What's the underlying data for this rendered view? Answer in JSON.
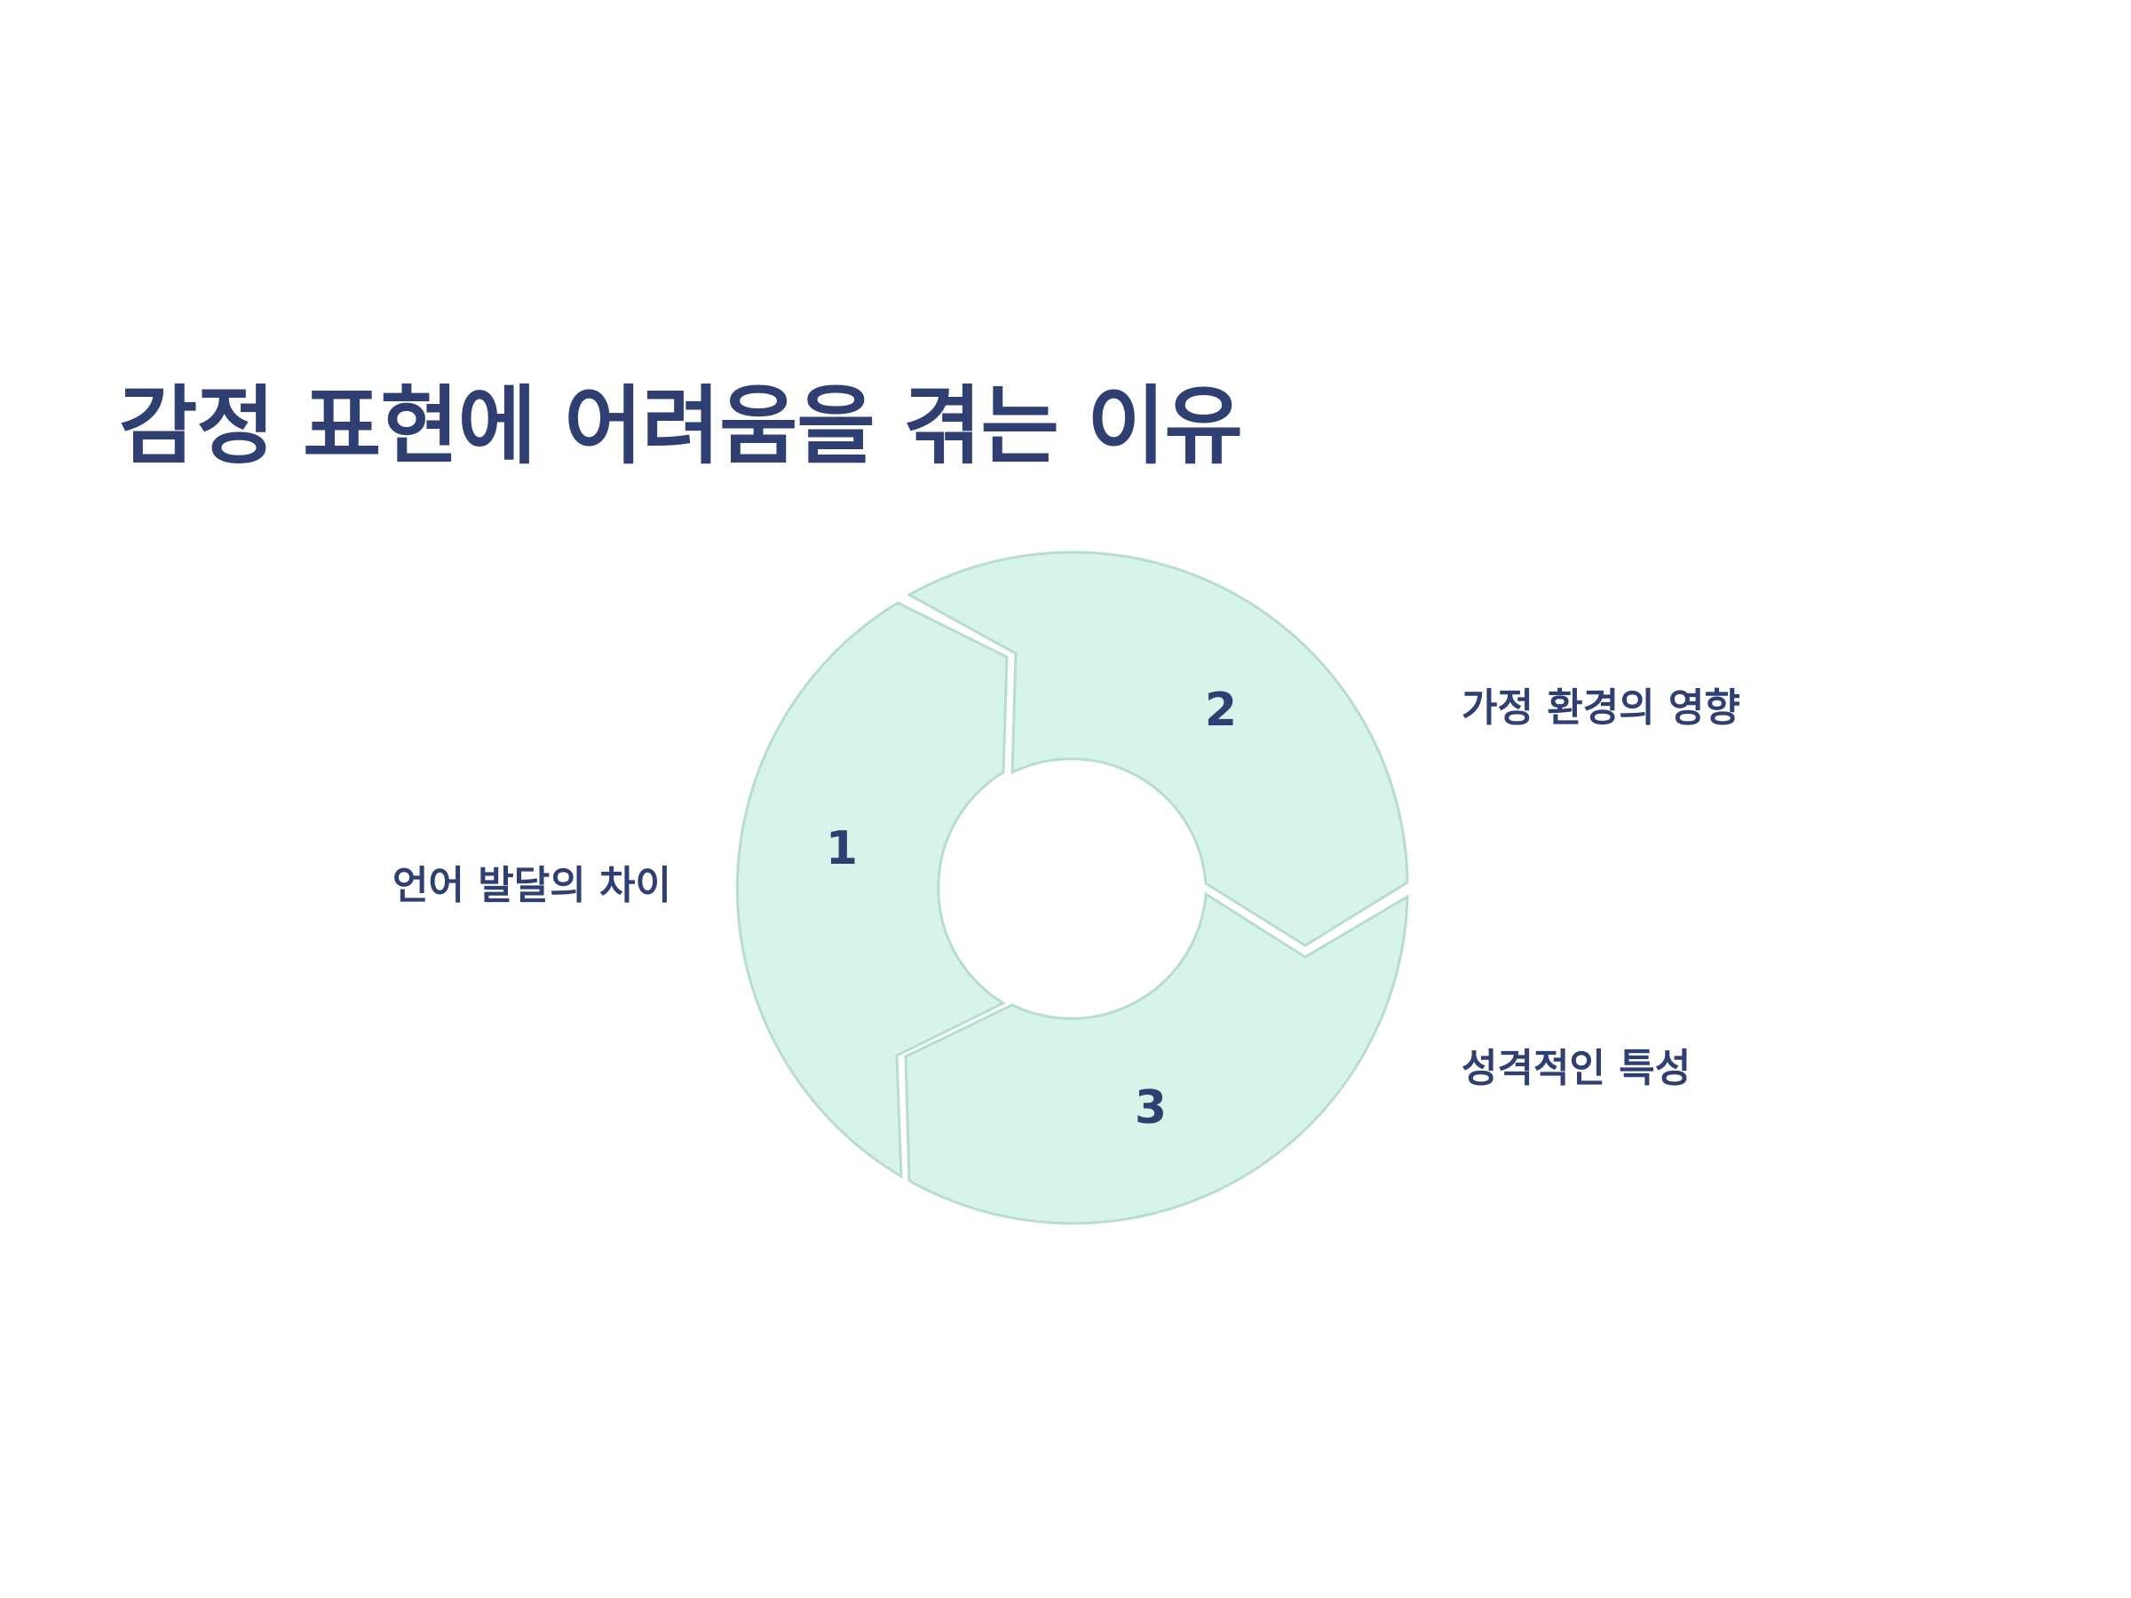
{
  "title": "감정 표현에 어려움을 겪는 이유",
  "colors": {
    "text": "#2f3f72",
    "segment_fill": "#d6f4ea",
    "segment_stroke": "#b7ddd0",
    "background": "#ffffff"
  },
  "segments": [
    {
      "number": "1",
      "label": "언어 발달의 차이"
    },
    {
      "number": "2",
      "label": "가정 환경의 영향"
    },
    {
      "number": "3",
      "label": "성격적인 특성"
    }
  ]
}
